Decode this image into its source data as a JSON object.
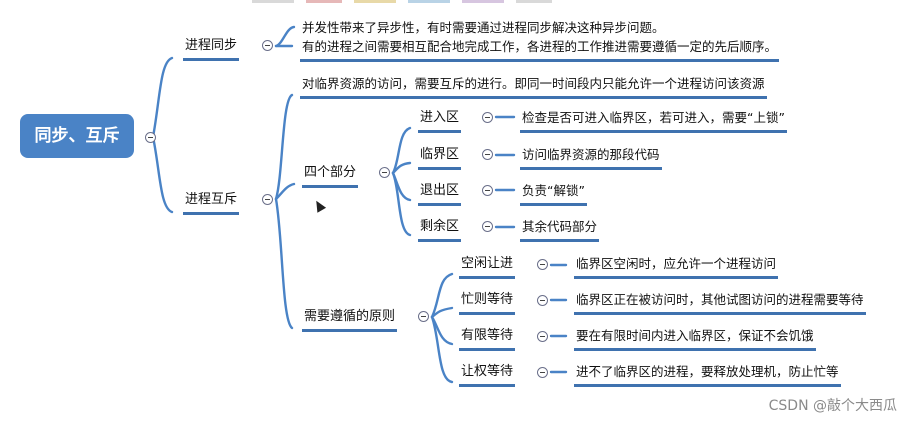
{
  "mindmap": {
    "root": "同步、互斥",
    "sync": {
      "label": "进程同步",
      "line1": "并发性带来了异步性，有时需要通过进程同步解决这种异步问题。",
      "line2": "有的进程之间需要相互配合地完成工作，各进程的工作推进需要遵循一定的先后顺序。"
    },
    "mutex": {
      "label": "进程互斥",
      "desc": "对临界资源的访问，需要互斥的进行。即同一时间段内只能允许一个进程访问该资源",
      "parts": {
        "label": "四个部分",
        "items": [
          {
            "name": "进入区",
            "desc": "检查是否可进入临界区，若可进入，需要“上锁”"
          },
          {
            "name": "临界区",
            "desc": "访问临界资源的那段代码"
          },
          {
            "name": "退出区",
            "desc": "负责“解锁”"
          },
          {
            "name": "剩余区",
            "desc": "其余代码部分"
          }
        ]
      },
      "principles": {
        "label": "需要遵循的原则",
        "items": [
          {
            "name": "空闲让进",
            "desc": "临界区空闲时，应允许一个进程访问"
          },
          {
            "name": "忙则等待",
            "desc": "临界区正在被访问时，其他试图访问的进程需要等待"
          },
          {
            "name": "有限等待",
            "desc": "要在有限时间内进入临界区，保证不会饥饿"
          },
          {
            "name": "让权等待",
            "desc": "进不了临界区的进程，要释放处理机，防止忙等"
          }
        ]
      }
    },
    "watermark": "CSDN @敲个大西瓜",
    "colors": {
      "root_fill": "#4a83c6",
      "underline": "#3f72af",
      "connector": "#4a83c6"
    }
  }
}
